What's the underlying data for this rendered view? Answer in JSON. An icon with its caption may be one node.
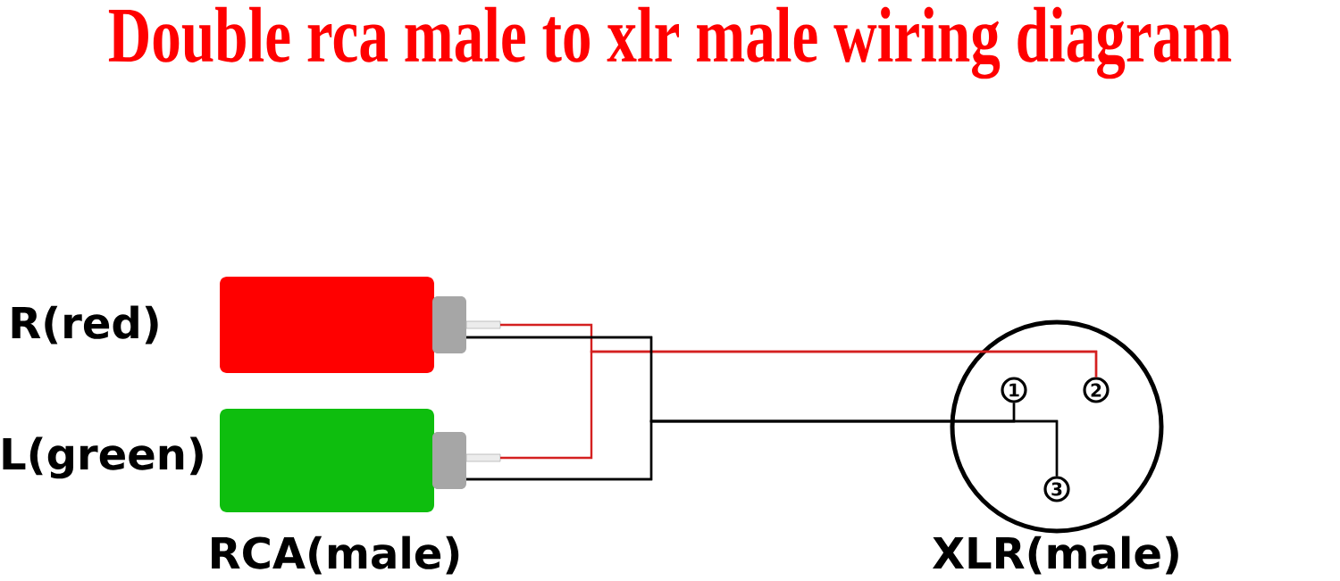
{
  "diagram": {
    "title": "Double rca male to xlr male wiring diagram",
    "nodes": [
      {
        "text": [],
        "shape": "box",
        "beside": [
          "R(red)"
        ]
      },
      {
        "text": [],
        "shape": "box",
        "beside": [
          "L(green)"
        ]
      },
      {
        "text": [],
        "shape": "circle",
        "beside": [
          "XLR(male)"
        ]
      },
      {
        "text": [
          "1"
        ],
        "in": 2
      },
      {
        "text": [
          "2"
        ],
        "in": 2
      },
      {
        "text": [
          "3"
        ],
        "in": 2
      }
    ],
    "edges": [
      {
        "from": 0,
        "to": 4,
        "arrow": "none",
        "color": "#d42020"
      },
      {
        "from": 1,
        "to": 4,
        "arrow": "none",
        "color": "#d42020"
      },
      {
        "from": 0,
        "to": 3,
        "arrow": "none"
      },
      {
        "from": 1,
        "to": 3,
        "arrow": "none"
      },
      {
        "from": 0,
        "to": 5,
        "arrow": "none"
      },
      {
        "from": 1,
        "to": 5,
        "arrow": "none"
      }
    ],
    "labels": [
      "RCA(male)"
    ]
  }
}
